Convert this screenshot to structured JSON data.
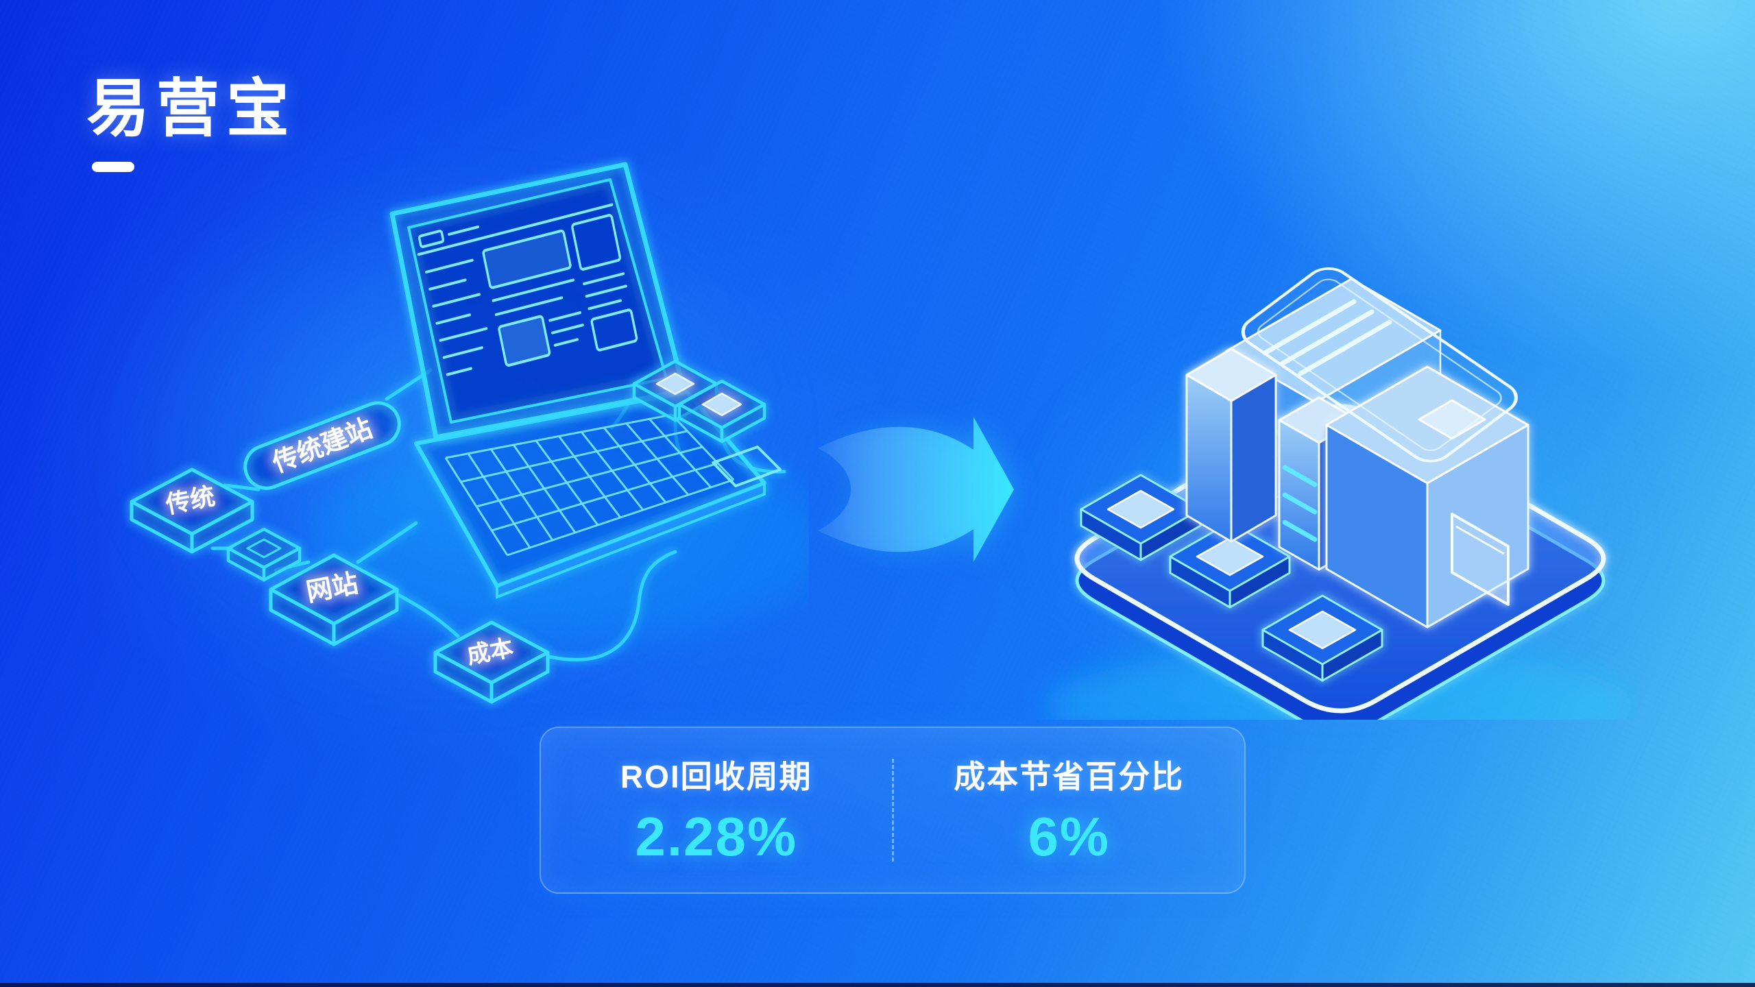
{
  "header": {
    "title": "易营宝"
  },
  "flow_diagram": {
    "nodes": [
      {
        "label": "传统建站"
      },
      {
        "label": "传统"
      },
      {
        "label": "网站"
      },
      {
        "label": "成本"
      }
    ]
  },
  "stats_card": {
    "stats": [
      {
        "label": "ROI回收周期",
        "value": "2.28%"
      },
      {
        "label": "成本节省百分比",
        "value": "6%"
      }
    ]
  },
  "colors": {
    "background_deep": "#0a2ee2",
    "background_mid": "#1470f4",
    "background_light": "#57c9f3",
    "neon_stroke": "#35d9ff",
    "neon_bright": "#8ff0ff",
    "value_accent": "#3be9fa",
    "text": "#ffffff"
  }
}
